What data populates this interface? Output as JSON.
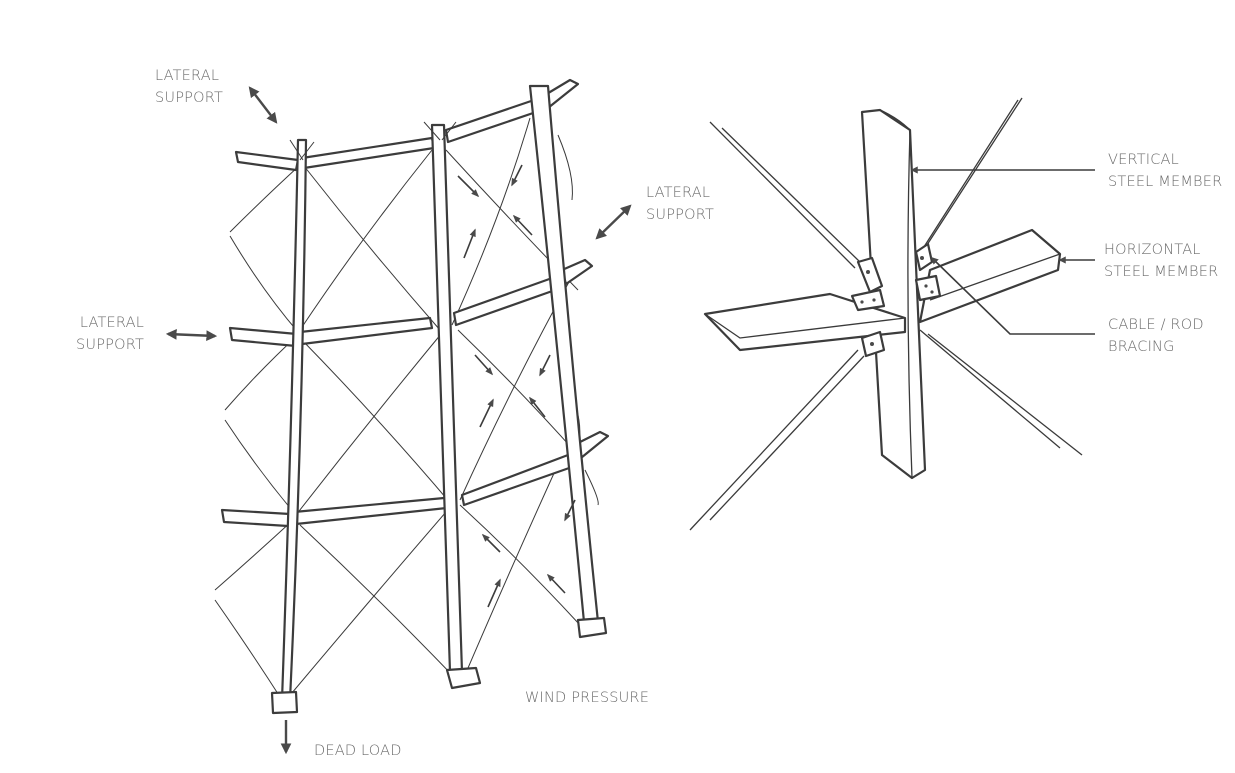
{
  "diagram": {
    "type": "structural sketch - braced steel frame with cable/rod bracing",
    "left_view": {
      "description": "braced frame elevation with 3 columns, 3 beam levels, X cable bracing",
      "labels": {
        "lateral_support_top": [
          "LATERAL",
          "SUPPORT"
        ],
        "lateral_support_right": [
          "LATERAL",
          "SUPPORT"
        ],
        "lateral_support_left": [
          "LATERAL",
          "SUPPORT"
        ],
        "wind_pressure": "WIND PRESSURE",
        "dead_load": "DEAD LOAD"
      }
    },
    "right_view": {
      "description": "connection detail of vertical and horizontal steel members with cable bracing",
      "labels": {
        "vertical_member": [
          "VERTICAL",
          "STEEL MEMBER"
        ],
        "horizontal_member": [
          "HORIZONTAL",
          "STEEL MEMBER"
        ],
        "bracing": [
          "CABLE / ROD",
          "BRACING"
        ]
      }
    },
    "colors": {
      "line": "#3c3c3c",
      "label_text": "#6b6b6b",
      "background": "#ffffff"
    }
  }
}
